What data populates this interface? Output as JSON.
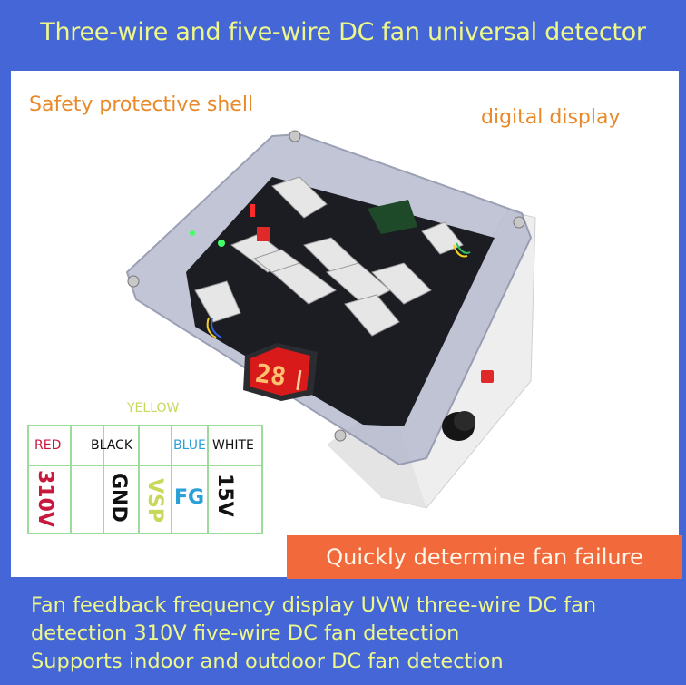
{
  "header": {
    "title": "Three-wire and five-wire DC fan universal detector"
  },
  "callouts": {
    "shell": "Safety protective shell",
    "display": "digital display"
  },
  "device": {
    "display_reading": "28",
    "display_color": "#e02020",
    "segment_color": "#ffd080"
  },
  "wire_table": {
    "top_label": "YELLOW",
    "top_label_color": "#c9d85a",
    "colors": [
      {
        "label": "RED",
        "color": "#c8193c"
      },
      {
        "label": "BLACK",
        "color": "#111111"
      },
      {
        "label": "BLUE",
        "color": "#2aa0d8"
      },
      {
        "label": "WHITE",
        "color": "#111111"
      }
    ],
    "signals": [
      {
        "label": "310V",
        "color": "#c8193c"
      },
      {
        "label": "GND",
        "color": "#111111"
      },
      {
        "label": "VSP",
        "color": "#c9d85a"
      },
      {
        "label": "FG",
        "color": "#2aa0d8"
      },
      {
        "label": "15V",
        "color": "#111111"
      }
    ]
  },
  "banner": {
    "text": "Quickly determine fan failure",
    "color": "#f26a3c"
  },
  "description": {
    "lines": [
      "Fan feedback frequency display UVW three-wire DC fan",
      "detection 310V five-wire DC fan detection",
      "Supports indoor and outdoor DC fan detection"
    ]
  },
  "theme": {
    "background": "#4466d6",
    "title_color": "#eef78a",
    "callout_color": "#e8892a",
    "grid_color": "#9bdc9b"
  }
}
